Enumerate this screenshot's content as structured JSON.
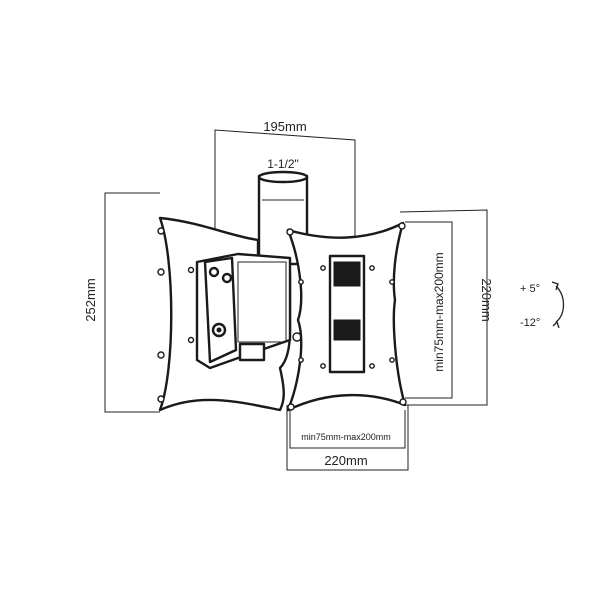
{
  "dimensions": {
    "top_width": "195mm",
    "pole_diameter": "1-1/2\"",
    "left_height": "252mm",
    "right_height": "220mm",
    "bottom_width": "220mm",
    "vesa_vertical": "min75mm-max200mm",
    "vesa_horizontal": "min75mm-max200mm"
  },
  "tilt": {
    "up": "+ 5°",
    "down": "-12°"
  },
  "colors": {
    "ink": "#1a1a1a",
    "background": "#ffffff"
  }
}
